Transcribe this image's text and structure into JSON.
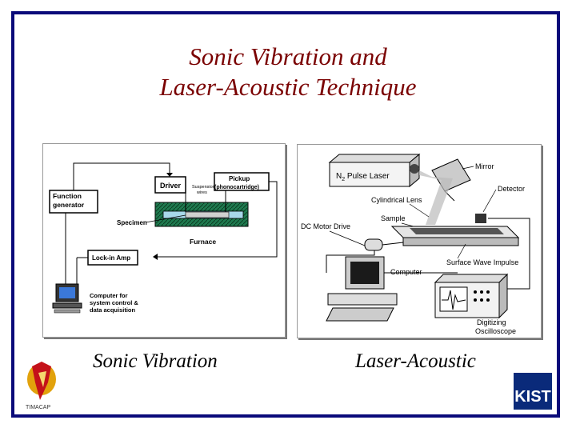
{
  "slide": {
    "title_line1": "Sonic Vibration and",
    "title_line2": "Laser-Acoustic Technique",
    "border_color": "#0a0a7a",
    "title_color": "#7a0000"
  },
  "sonic_diagram": {
    "function_generator": [
      "Function",
      "generator"
    ],
    "driver": "Driver",
    "suspension_wires": [
      "Suspension",
      "wires"
    ],
    "pickup": [
      "Pickup",
      "(phonocartridge)"
    ],
    "specimen": "Specimen",
    "furnace": "Furnace",
    "lockin": "Lock-in Amp",
    "computer": [
      "Computer for",
      "system control &",
      "data acquisition"
    ]
  },
  "laser_diagram": {
    "mirror": "Mirror",
    "n2_laser_prefix": "N",
    "n2_laser_sub": "2",
    "n2_laser_rest": " Pulse Laser",
    "detector": "Detector",
    "cyl_lens": "Cylindrical Lens",
    "sample": "Sample",
    "dc_motor": "DC Motor Drive",
    "computer": "Computer",
    "surface_wave": "Surface Wave Impulse",
    "oscilloscope": [
      "Digitizing",
      "Oscilloscope"
    ]
  },
  "captions": {
    "left": "Sonic Vibration",
    "right": "Laser-Acoustic"
  },
  "logos": {
    "left_text": "TIMACAP",
    "right_text": "KIST"
  }
}
